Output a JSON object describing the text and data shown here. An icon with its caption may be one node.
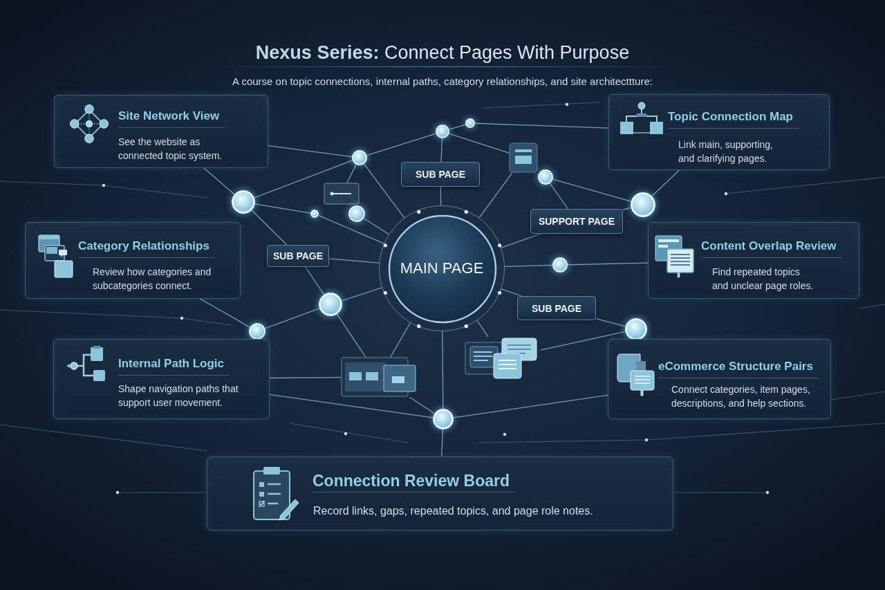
{
  "diagram": {
    "title": "**Nexus Series:** Connect Pages With Purpose",
    "nodes": [
      {
        "text": [
          "Site Network View",
          "See the website as connected topic system."
        ]
      },
      {
        "text": [
          "Topic Connection Map",
          "Link main, supporting, and clarifying pages."
        ]
      },
      {
        "text": [],
        "shape": "circle"
      },
      {
        "text": [],
        "shape": "circle"
      },
      {
        "text": [],
        "shape": "circle"
      },
      {
        "text": [],
        "shape": "picture"
      },
      {
        "text": [
          "SUB PAGE"
        ]
      },
      {
        "text": [],
        "shape": "circle"
      },
      {
        "text": [],
        "shape": "picture"
      },
      {
        "text": [],
        "shape": "circle"
      },
      {
        "text": [],
        "shape": "circle"
      },
      {
        "text": [],
        "shape": "circle"
      },
      {
        "text": [],
        "shape": "circle"
      },
      {
        "text": [
          "SUPPORT PAGE"
        ]
      },
      {
        "text": [
          "Category Relationships",
          "Review how categories and subcategories connect."
        ]
      },
      {
        "text": [
          "Content Overlap Review",
          "Find repeated topics and unclear page roles."
        ]
      },
      {
        "text": [
          "SUB PAGE"
        ]
      },
      {
        "text": [
          "MAIN PAGE"
        ]
      },
      {
        "text": [],
        "shape": "circle"
      },
      {
        "text": [
          "SUB PAGE"
        ]
      },
      {
        "text": [],
        "shape": "circle"
      },
      {
        "text": [],
        "shape": "circle"
      },
      {
        "text": [],
        "shape": "circle"
      },
      {
        "text": [
          "Internal Path Logic",
          "Shape navigation paths that support user movement."
        ]
      },
      {
        "text": [
          "eCommerce Structure Pairs",
          "Connect categories, item pages, descriptions, and help sections."
        ]
      },
      {
        "text": [],
        "shape": "picture"
      },
      {
        "text": [],
        "shape": "picture"
      },
      {
        "text": [],
        "shape": "circle"
      },
      {
        "text": [
          "Connection Review Board",
          "Record links, gaps, repeated topics, and page role notes."
        ]
      }
    ],
    "edges": [
      {
        "from": 0,
        "to": 4,
        "arrow": "none"
      },
      {
        "from": 0,
        "to": 9,
        "arrow": "none"
      },
      {
        "from": 2,
        "to": 3,
        "arrow": "none"
      },
      {
        "from": 2,
        "to": 4,
        "arrow": "none"
      },
      {
        "from": 2,
        "to": 6,
        "arrow": "none"
      },
      {
        "from": 2,
        "to": 5,
        "arrow": "none"
      },
      {
        "from": 3,
        "to": 1,
        "arrow": "none"
      },
      {
        "from": 4,
        "to": 9,
        "arrow": "none"
      },
      {
        "from": 4,
        "to": 8,
        "arrow": "none"
      },
      {
        "from": 4,
        "to": 17,
        "arrow": "none"
      },
      {
        "from": 6,
        "to": 17,
        "arrow": "none"
      },
      {
        "from": 5,
        "to": 17,
        "arrow": "none"
      },
      {
        "from": 7,
        "to": 10,
        "arrow": "none"
      },
      {
        "from": 7,
        "to": 13,
        "arrow": "none"
      },
      {
        "from": 1,
        "to": 10,
        "arrow": "none"
      },
      {
        "from": 10,
        "to": 13,
        "arrow": "none"
      },
      {
        "from": 9,
        "to": 11,
        "arrow": "none"
      },
      {
        "from": 9,
        "to": 16,
        "arrow": "none"
      },
      {
        "from": 11,
        "to": 17,
        "arrow": "none"
      },
      {
        "from": 12,
        "to": 17,
        "arrow": "none"
      },
      {
        "from": 16,
        "to": 17,
        "arrow": "none"
      },
      {
        "from": 16,
        "to": 20,
        "arrow": "none"
      },
      {
        "from": 20,
        "to": 17,
        "arrow": "none"
      },
      {
        "from": 20,
        "to": 22,
        "arrow": "none"
      },
      {
        "from": 20,
        "to": 26,
        "arrow": "none"
      },
      {
        "from": 22,
        "to": 14,
        "arrow": "none"
      },
      {
        "from": 17,
        "to": 13,
        "arrow": "none"
      },
      {
        "from": 17,
        "to": 18,
        "arrow": "none"
      },
      {
        "from": 18,
        "to": 15,
        "arrow": "none"
      },
      {
        "from": 17,
        "to": 19,
        "arrow": "none"
      },
      {
        "from": 19,
        "to": 21,
        "arrow": "none"
      },
      {
        "from": 17,
        "to": 25,
        "arrow": "none"
      },
      {
        "from": 17,
        "to": 26,
        "arrow": "none"
      },
      {
        "from": 17,
        "to": 27,
        "arrow": "none"
      },
      {
        "from": 26,
        "to": 27,
        "arrow": "none"
      },
      {
        "from": 25,
        "to": 21,
        "arrow": "none"
      },
      {
        "from": 27,
        "to": 28,
        "arrow": "none"
      },
      {
        "from": 27,
        "to": 24,
        "arrow": "none"
      },
      {
        "from": 27,
        "to": 23,
        "arrow": "none"
      },
      {
        "from": 26,
        "to": 23,
        "arrow": "none"
      }
    ],
    "labels": [
      "A course on topic connections, internal paths, category relationships, and site architecttture:"
    ]
  }
}
